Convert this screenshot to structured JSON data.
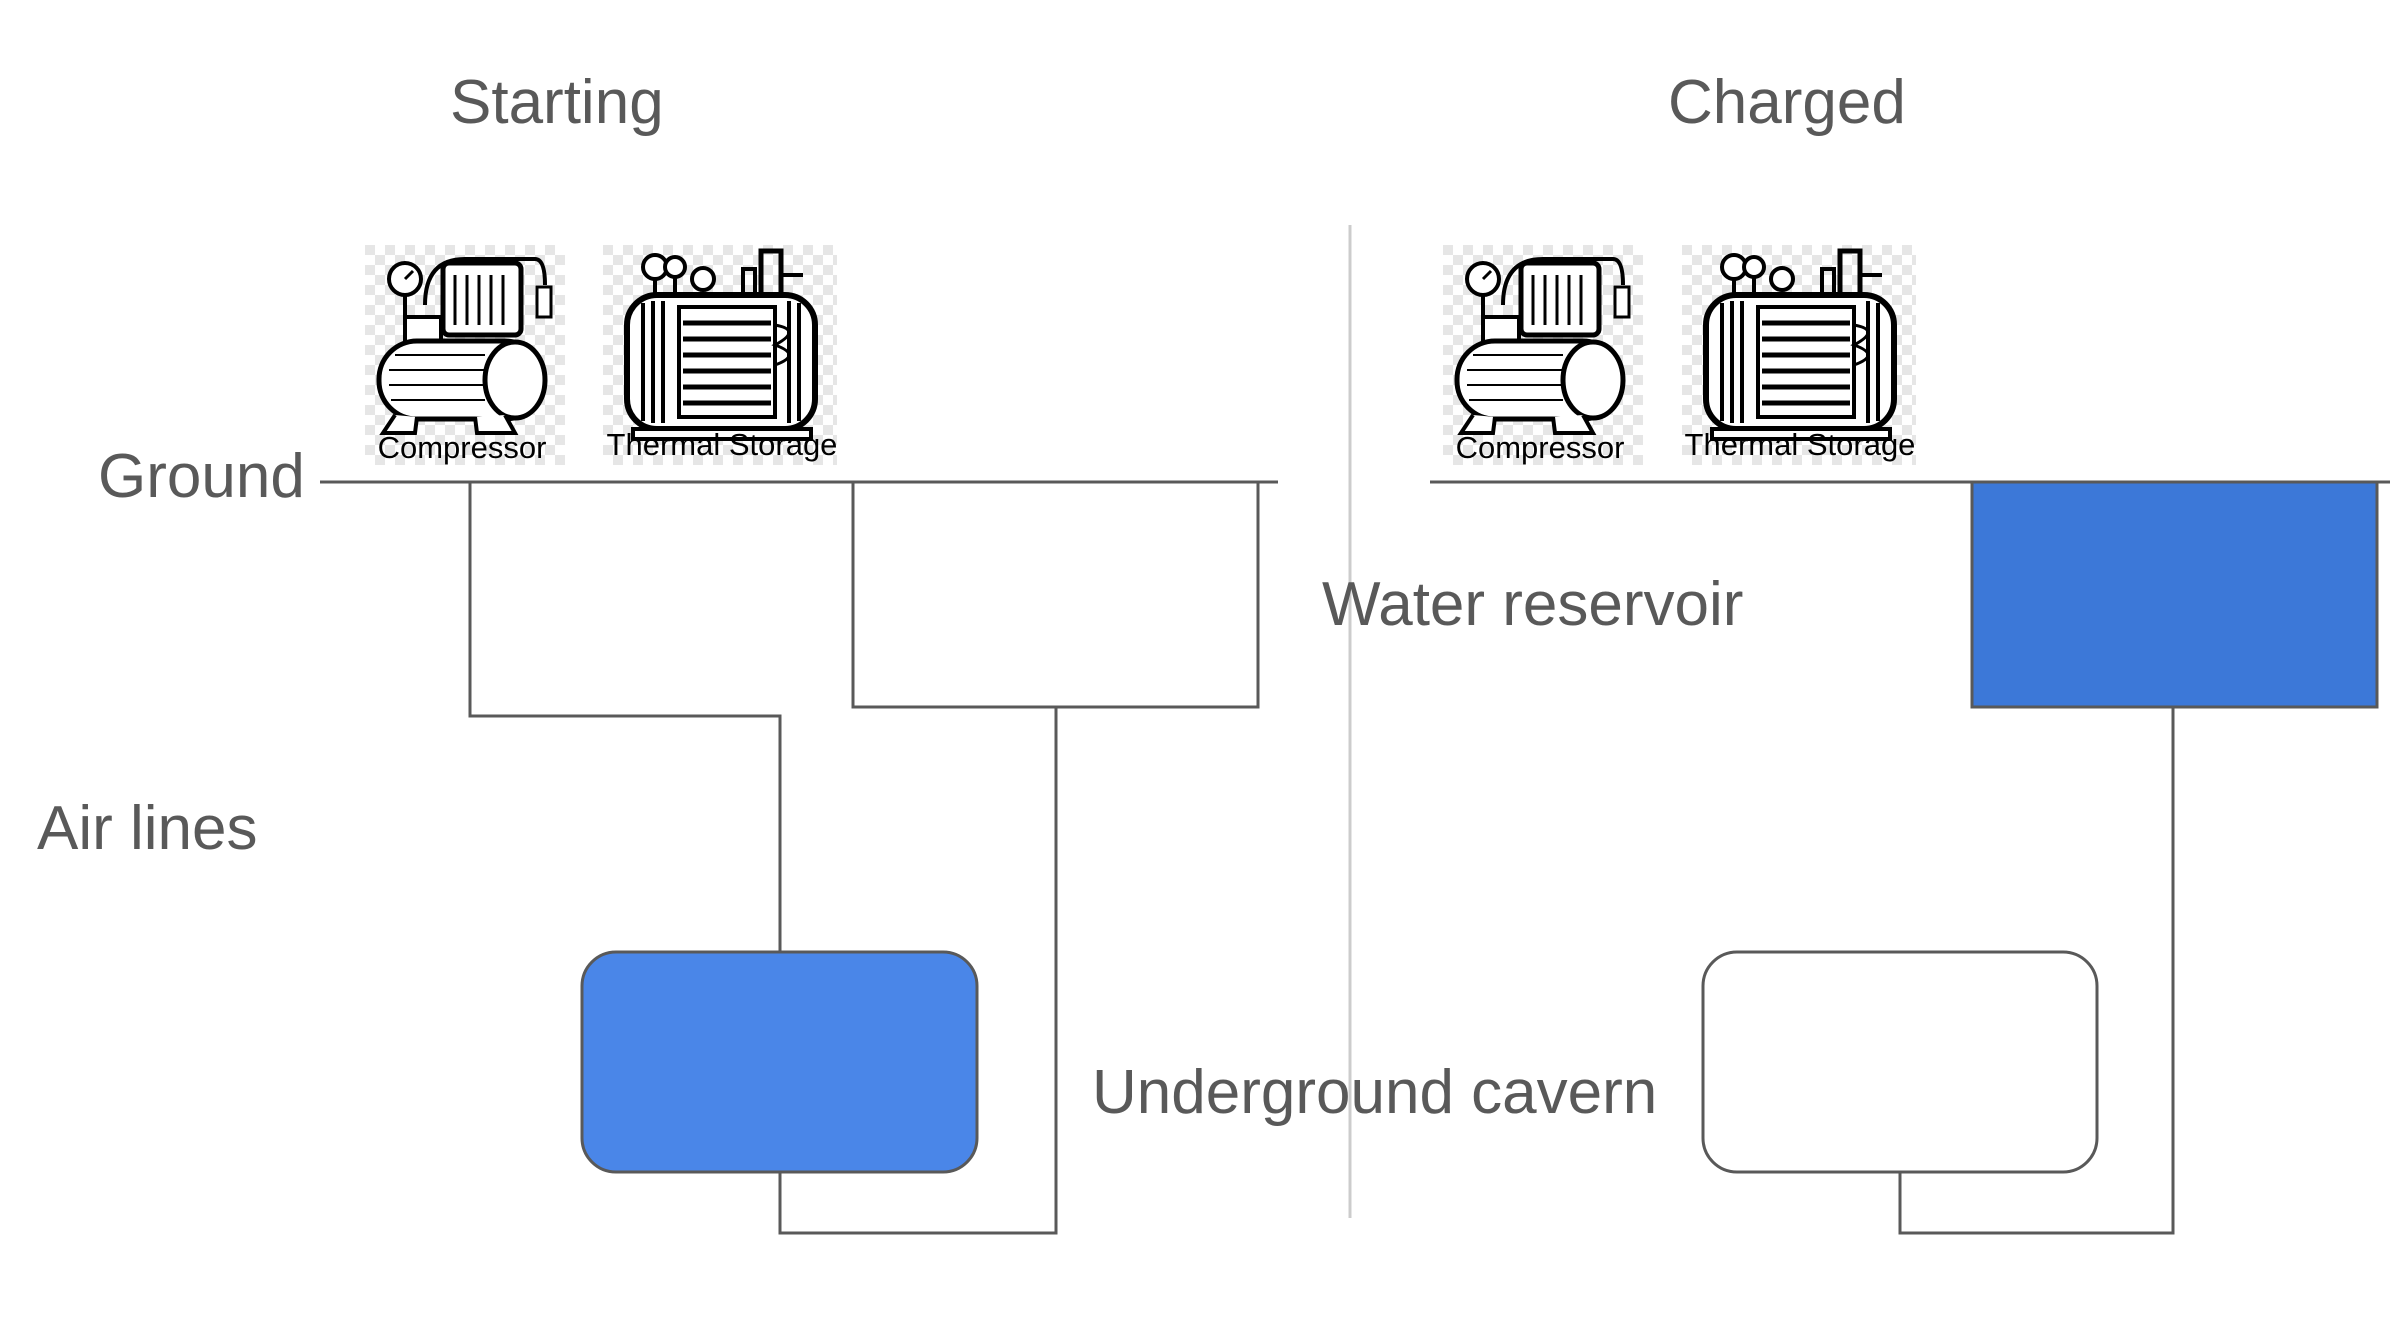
{
  "panels": {
    "starting": {
      "title": "Starting"
    },
    "charged": {
      "title": "Charged"
    }
  },
  "labels": {
    "ground": "Ground",
    "air_lines": "Air lines",
    "water_reservoir": "Water reservoir",
    "underground_cavern": "Underground cavern"
  },
  "icons": {
    "compressor_caption": "Compressor",
    "thermal_storage_caption": "Thermal Storage"
  },
  "colors": {
    "water_starting": "#4a86e8",
    "water_charged": "#3c78d8",
    "line": "#595959",
    "text": "#595959"
  }
}
